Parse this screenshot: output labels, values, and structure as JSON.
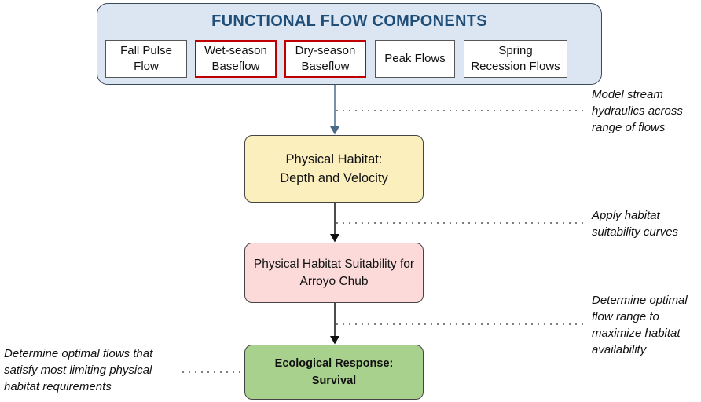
{
  "header": {
    "title": "FUNCTIONAL FLOW COMPONENTS",
    "components": [
      {
        "label": "Fall Pulse\nFlow",
        "highlighted": false
      },
      {
        "label": "Wet-season\nBaseflow",
        "highlighted": true
      },
      {
        "label": "Dry-season\nBaseflow",
        "highlighted": true
      },
      {
        "label": "Peak Flows",
        "highlighted": false
      },
      {
        "label": "Spring\nRecession Flows",
        "highlighted": false
      }
    ]
  },
  "nodes": {
    "physical_habitat": "Physical Habitat:\nDepth and Velocity",
    "suitability": "Physical Habitat Suitability for\nArroyo Chub",
    "ecological": "Ecological Response:\nSurvival"
  },
  "annotations": {
    "model": "Model stream\nhydraulics across\nrange of flows",
    "apply": "Apply habitat\nsuitability curves",
    "determine_range": "Determine optimal\nflow range to\nmaximize habitat\navailability",
    "determine_flows": "Determine optimal flows that\nsatisfy most limiting physical\nhabitat requirements"
  },
  "colors": {
    "panel_fill": "#dce6f2",
    "title": "#1f4e79",
    "highlight_border": "#c00000",
    "physical_habitat_fill": "#fcefbe",
    "suitability_fill": "#fcdada",
    "ecological_fill": "#a9d18e",
    "arrow_top": "#4a6a8a",
    "arrow": "#111111"
  }
}
